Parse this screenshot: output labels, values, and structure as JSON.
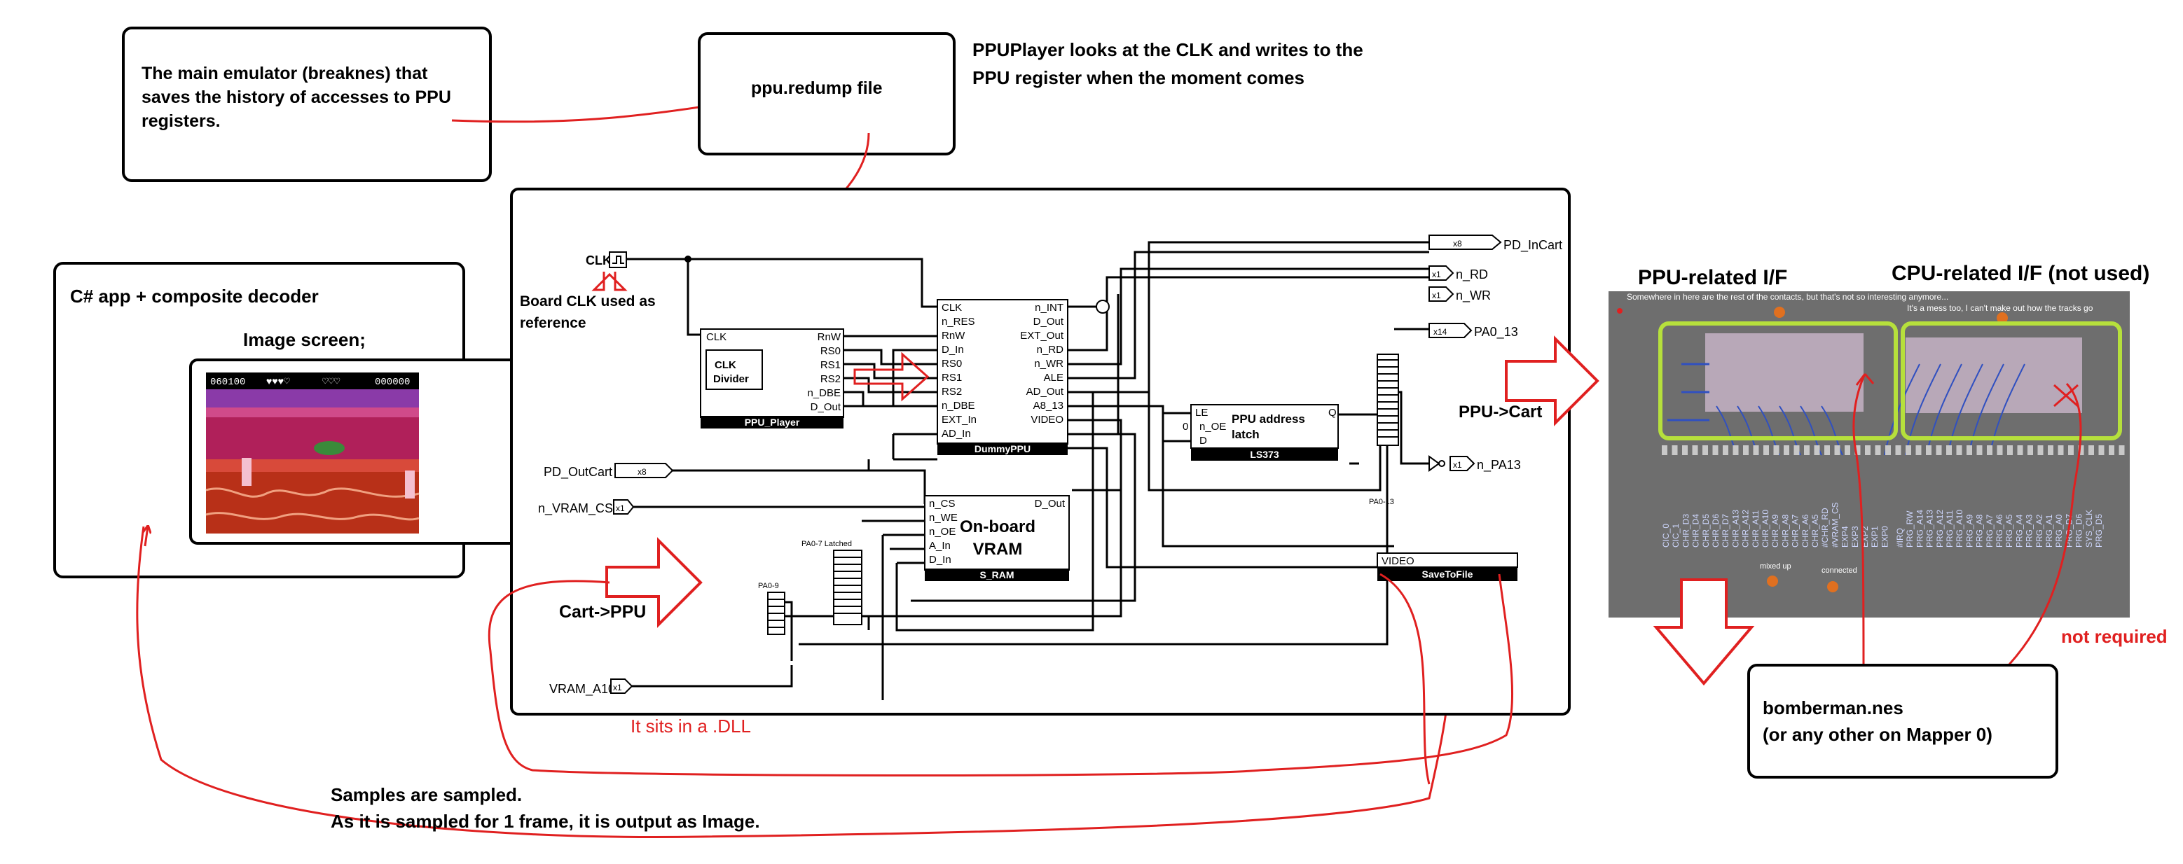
{
  "notes": {
    "emulator": [
      "The main emulator (breaknes) that",
      "saves the history of accesses to PPU",
      "registers."
    ],
    "redump": "ppu.redump file",
    "player_desc": [
      "PPUPlayer looks at the CLK and writes to the",
      "PPU register when the moment comes"
    ],
    "app_title": "C# app  + composite decoder",
    "image_screen": "Image screen;",
    "board_clk": [
      "Board CLK used as",
      "reference"
    ],
    "dll": "It sits in a .DLL",
    "samples": [
      "Samples are sampled.",
      "As it is sampled for 1 frame, it is output as Image."
    ],
    "cart_to_ppu": "Cart->PPU",
    "ppu_to_cart": "PPU->Cart",
    "ppu_if": "PPU-related I/F",
    "cpu_if": "CPU-related I/F (not used)",
    "not_required": "not required",
    "rom": [
      "bomberman.nes",
      "(or any other on Mapper 0)"
    ]
  },
  "game": {
    "score_left": "060100",
    "score_right": "000000"
  },
  "schematic": {
    "clk": "CLK",
    "ppu_player": {
      "name": "PPU_Player",
      "pin_clk": "CLK",
      "outputs": [
        "RnW",
        "RS0",
        "RS1",
        "RS2",
        "n_DBE",
        "D_Out"
      ],
      "divider": [
        "CLK",
        "Divider"
      ]
    },
    "dummy": {
      "name": "DummyPPU",
      "left": [
        "CLK",
        "n_RES",
        "RnW",
        "D_In",
        "RS0",
        "RS1",
        "RS2",
        "n_DBE",
        "EXT_In",
        "AD_In"
      ],
      "right": [
        "n_INT",
        "D_Out",
        "EXT_Out",
        "n_RD",
        "n_WR",
        "ALE",
        "AD_Out",
        "A8_13",
        "VIDEO"
      ]
    },
    "latch": {
      "name": "LS373",
      "title": [
        "PPU address",
        "latch"
      ],
      "pins": [
        "LE",
        "n_OE",
        "D"
      ],
      "out": "Q",
      "zero": "0"
    },
    "vram": {
      "name": "S_RAM",
      "title": [
        "On-board",
        "VRAM"
      ],
      "left": [
        "n_CS",
        "n_WE",
        "n_OE",
        "A_In",
        "D_In"
      ],
      "out": "D_Out"
    },
    "save": {
      "name": "SaveToFile",
      "pin": "VIDEO"
    },
    "ports_out": [
      "PD_InCart",
      "n_RD",
      "n_WR",
      "PA0_13",
      "n_PA13"
    ],
    "ports_in": [
      "PD_OutCart",
      "n_VRAM_CS",
      "VRAM_A10"
    ],
    "widths": {
      "x8": "x8",
      "x1": "x1",
      "x14": "x14"
    },
    "bus_labels": {
      "pa07": "PA0-7 Latched",
      "pa9": "PA0-9",
      "pa13": "PA0-13"
    }
  },
  "pcb": {
    "caption1": "Somewhere in here are the rest of the contacts, but that's not so interesting anymore...",
    "caption2": "It's a mess too, I can't make out how the tracks go",
    "ppu_pins": [
      "CIC_0",
      "CIC_1",
      "CHR_D3",
      "CHR_D4",
      "CHR_D5",
      "CHR_D6",
      "CHR_D7",
      "CHR_A13",
      "CHR_A12",
      "CHR_A11",
      "CHR_A10",
      "CHR_A9",
      "CHR_A8",
      "CHR_A7",
      "CHR_A6",
      "CHR_A5",
      "#CHR_RD",
      "#VRAM_CS",
      "EXP4",
      "EXP3",
      "EXP2",
      "EXP1",
      "EXP0"
    ],
    "cpu_pins": [
      "#IRQ",
      "PRG_RW",
      "PRG_A14",
      "PRG_A13",
      "PRG_A12",
      "PRG_A11",
      "PRG_A10",
      "PRG_A9",
      "PRG_A8",
      "PRG_A7",
      "PRG_A6",
      "PRG_A5",
      "PRG_A4",
      "PRG_A3",
      "PRG_A2",
      "PRG_A1",
      "PRG_A0",
      "PRG_D7",
      "PRG_D6",
      "SYS_CLK",
      "PRG_D5"
    ],
    "mixed": "mixed up",
    "connected": "connected"
  }
}
